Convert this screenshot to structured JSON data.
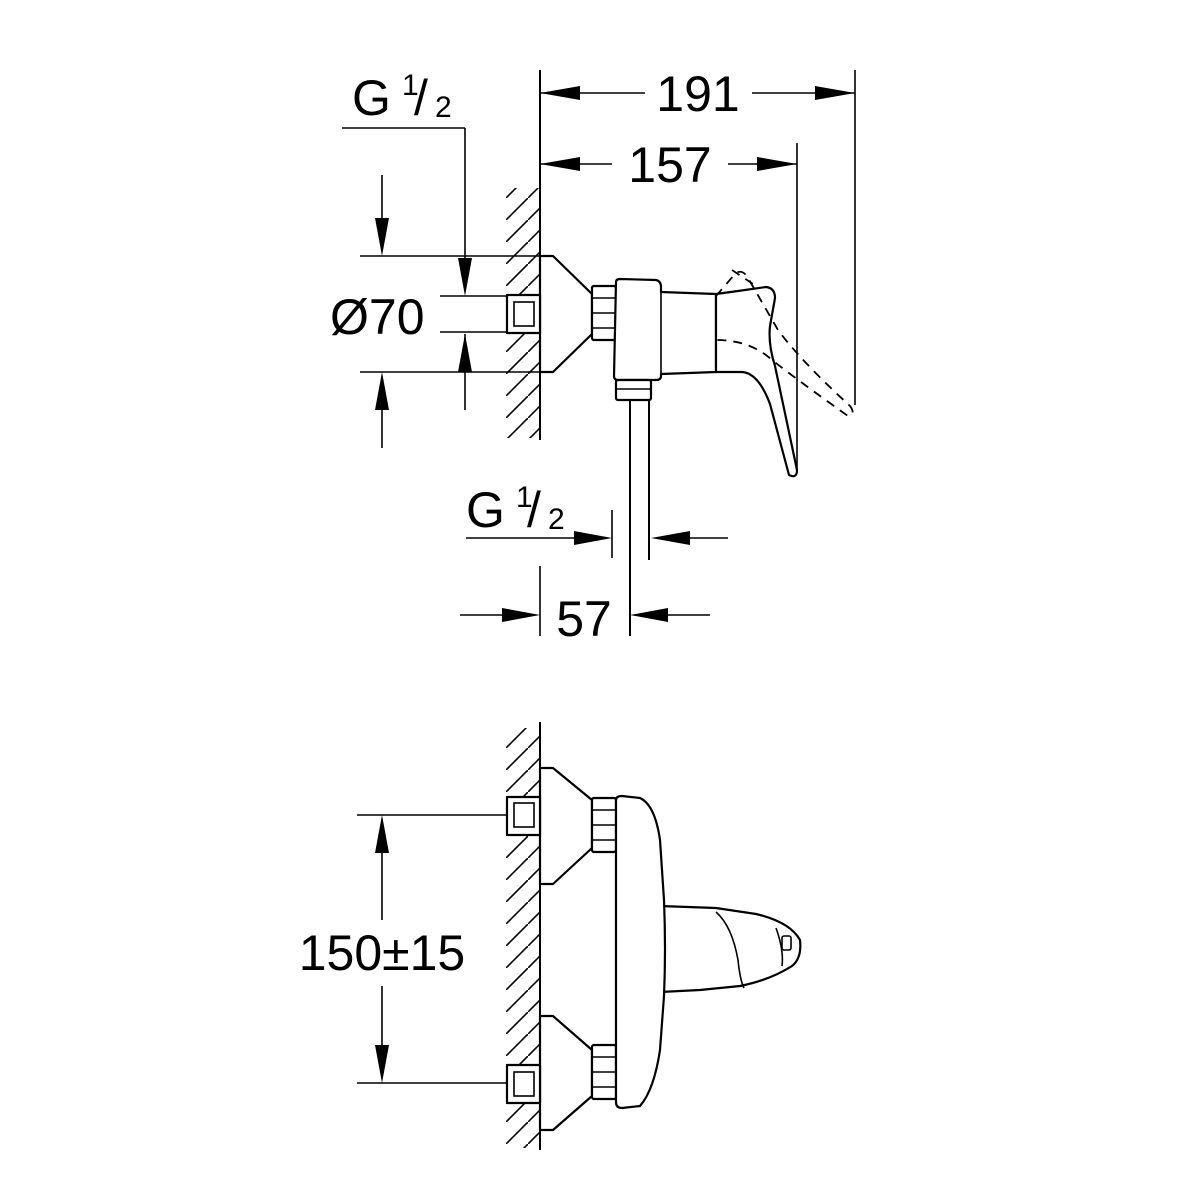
{
  "dimensions": {
    "overall_depth": "191",
    "handle_depth": "157",
    "thread_top": {
      "letter": "G",
      "numerator": "1",
      "slash": "/",
      "denominator": "2"
    },
    "flange_diameter": "Ø70",
    "thread_outlet": {
      "letter": "G",
      "numerator": "1",
      "slash": "/",
      "denominator": "2"
    },
    "outlet_offset": "57",
    "inlet_spacing": "150±15"
  }
}
